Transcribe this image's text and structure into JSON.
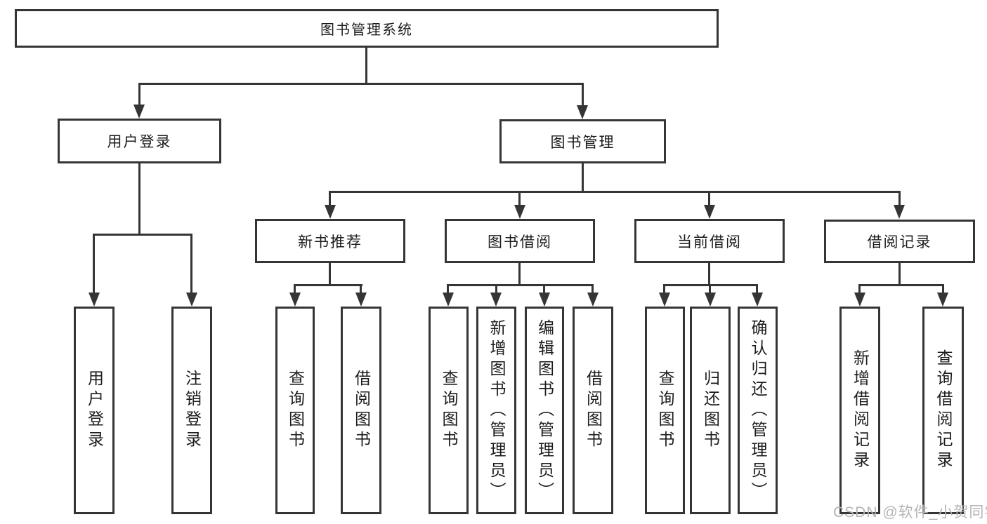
{
  "tree": {
    "root": {
      "label": "图书管理系统"
    },
    "branches": [
      {
        "label": "用户登录",
        "children": [
          {
            "label": "用户登录"
          },
          {
            "label": "注销登录"
          }
        ]
      },
      {
        "label": "图书管理",
        "children": [
          {
            "label": "新书推荐",
            "children": [
              {
                "label": "查询图书"
              },
              {
                "label": "借阅图书"
              }
            ]
          },
          {
            "label": "图书借阅",
            "children": [
              {
                "label": "查询图书"
              },
              {
                "label": "新增图书（管理员）"
              },
              {
                "label": "编辑图书（管理员）"
              },
              {
                "label": "借阅图书"
              }
            ]
          },
          {
            "label": "当前借阅",
            "children": [
              {
                "label": "查询图书"
              },
              {
                "label": "归还图书"
              },
              {
                "label": "确认归还（管理员）"
              }
            ]
          },
          {
            "label": "借阅记录",
            "children": [
              {
                "label": "新增借阅记录"
              },
              {
                "label": "查询借阅记录"
              }
            ]
          }
        ]
      }
    ]
  },
  "watermark": {
    "text": "CSDN @软件_小贺同学"
  },
  "colors": {
    "line": "#353535",
    "text": "#1c1c1c",
    "watermark": "#b5b5b5",
    "background": "#ffffff"
  }
}
